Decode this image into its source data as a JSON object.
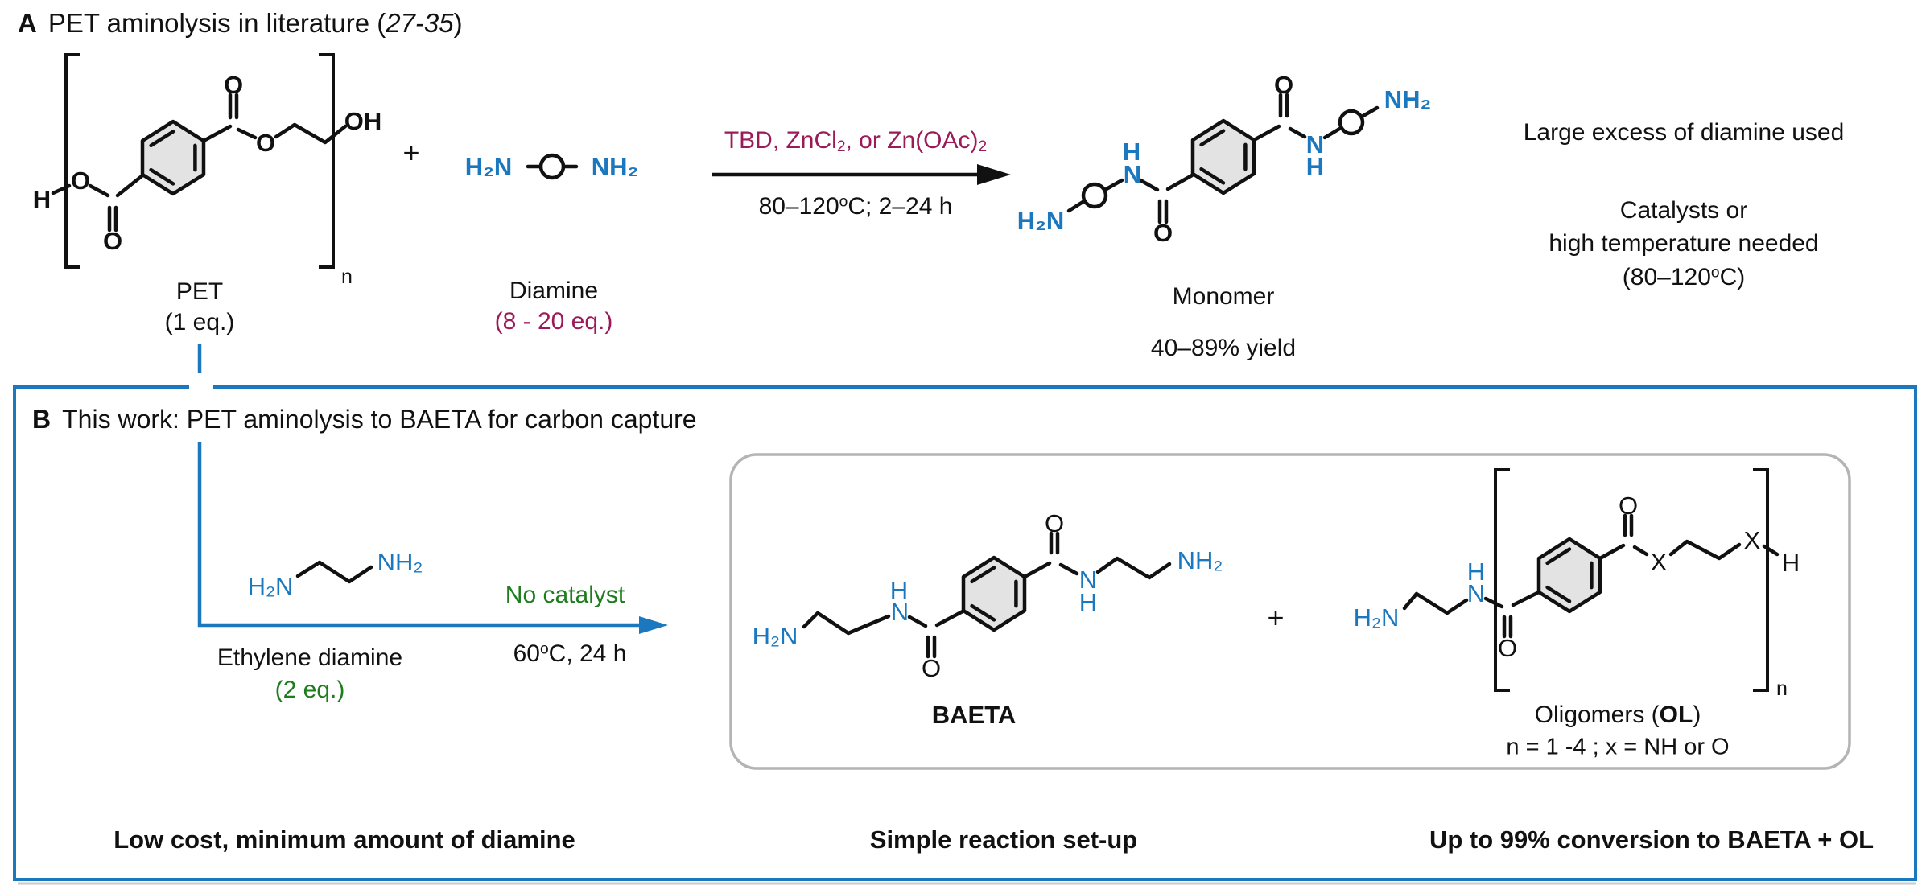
{
  "colors": {
    "accent_blue": "#1b78be",
    "maroon": "#9b1b58",
    "green": "#1d7d1d",
    "benzene_fill": "#e3e3e3",
    "box_border_gray": "#b4b4b4",
    "text_black": "#111111"
  },
  "panel_a": {
    "tag": "A",
    "title": "PET aminolysis in literature (",
    "title_ref": "27-35",
    "title_end": ")",
    "pet": {
      "name": "PET",
      "eq": "(1 eq.)"
    },
    "plus": "+",
    "diamine": {
      "name": "Diamine",
      "eq": "(8 - 20 eq.)"
    },
    "conditions": {
      "above_pre": "TBD, ZnCl",
      "above_sub1": "2",
      "above_mid": ", or Zn(OAc)",
      "above_sub2": "2",
      "temp": "80–120",
      "deg": "o",
      "temp_end": "C; 2–24 h"
    },
    "monomer": {
      "name": "Monomer",
      "yield": "40–89% yield"
    },
    "notes": {
      "line1": "Large excess of diamine used",
      "line2": "Catalysts or",
      "line3": "high temperature needed",
      "line4_pre": "(80–120",
      "deg": "o",
      "line4_end": "C)"
    }
  },
  "panel_b": {
    "tag": "B",
    "title": "This work: PET aminolysis to BAETA for carbon capture",
    "eda": {
      "name": "Ethylene diamine",
      "eq": "(2 eq.)"
    },
    "conditions": {
      "above": "No catalyst",
      "temp": "60",
      "deg": "o",
      "temp_end": "C, 24 h"
    },
    "baeta": {
      "name": "BAETA"
    },
    "plus": "+",
    "oligomer": {
      "name_pre": "Oligomers (",
      "name_bold": "OL",
      "name_end": ")",
      "note": "n = 1 -4 ; x = NH or O"
    },
    "benefits": {
      "left": "Low cost, minimum amount of diamine",
      "center": "Simple reaction set-up",
      "right": "Up to 99% conversion to BAETA + OL"
    }
  },
  "atoms": {
    "pet": {
      "h": "H",
      "o1": "O",
      "o2": "O",
      "o3": "O",
      "o4": "O",
      "oh": "OH",
      "n": "n"
    },
    "diamine": {
      "left": "H₂N",
      "right": "NH₂"
    },
    "monomer": {
      "h2n": "H₂N",
      "n_left": "N",
      "h_left": "H",
      "o_down": "O",
      "o_up": "O",
      "n_right": "N",
      "h_right": "H",
      "nh2": "NH₂"
    },
    "eda": {
      "left": "H₂N",
      "right": "NH₂"
    },
    "baeta": {
      "h2n": "H₂N",
      "n_left": "N",
      "h_left": "H",
      "o_down": "O",
      "o_up": "O",
      "n_right": "N",
      "h_right": "H",
      "nh2": "NH₂"
    },
    "oligomer": {
      "h2n": "H₂N",
      "n_left": "N",
      "h_left": "H",
      "o_down": "O",
      "o_up": "O",
      "x1": "X",
      "x2": "X",
      "h_end": "H",
      "sub_n": "n"
    }
  }
}
